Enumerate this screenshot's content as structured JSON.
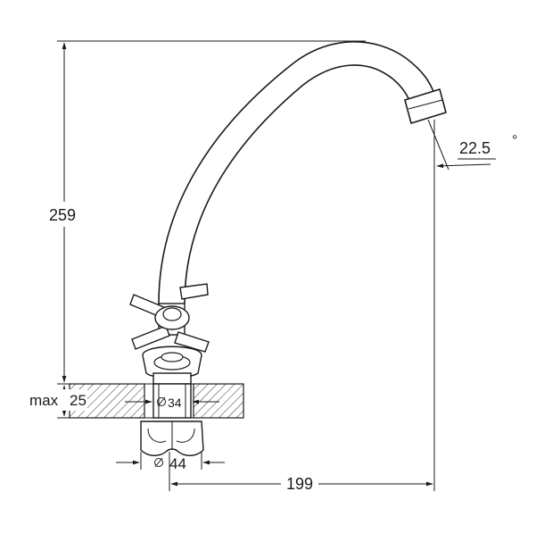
{
  "drawing": {
    "dimensions": {
      "height": {
        "value": "259"
      },
      "reach": {
        "value": "199"
      },
      "angle": {
        "value": "22.5",
        "unit": "°"
      },
      "max_thickness": {
        "prefix": "max",
        "value": "25"
      },
      "hole_diameter": {
        "value": "34"
      },
      "base_diameter": {
        "value": "44"
      }
    }
  }
}
